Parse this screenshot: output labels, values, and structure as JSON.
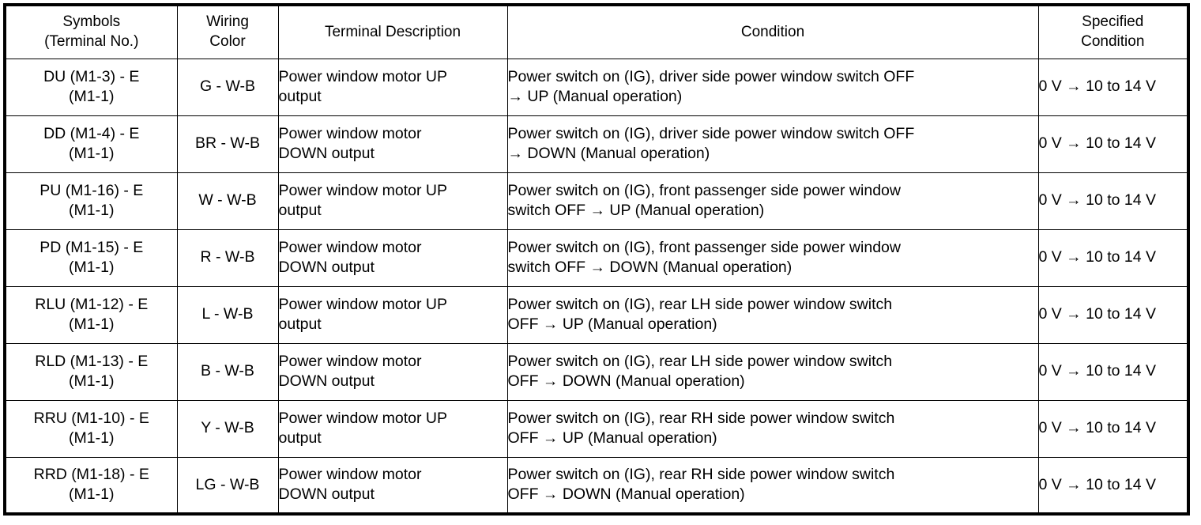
{
  "table": {
    "headers": [
      {
        "line1": "Symbols",
        "line2": "(Terminal No.)"
      },
      {
        "line1": "Wiring",
        "line2": "Color"
      },
      {
        "line1": "Terminal Description",
        "line2": ""
      },
      {
        "line1": "Condition",
        "line2": ""
      },
      {
        "line1": "Specified",
        "line2": "Condition"
      }
    ],
    "rows": [
      {
        "symbol_line1": "DU (M1-3) - E",
        "symbol_line2": "(M1-1)",
        "wiring_color": "G - W-B",
        "description_line1": "Power window motor UP",
        "description_line2": "output",
        "condition_line1": "Power switch on (IG), driver side power window switch OFF",
        "condition_line2": "→ UP (Manual operation)",
        "specified_condition": "0 V → 10 to 14 V"
      },
      {
        "symbol_line1": "DD (M1-4) - E",
        "symbol_line2": "(M1-1)",
        "wiring_color": "BR - W-B",
        "description_line1": "Power window motor",
        "description_line2": "DOWN output",
        "condition_line1": "Power switch on (IG), driver side power window switch OFF",
        "condition_line2": "→ DOWN (Manual operation)",
        "specified_condition": "0 V → 10 to 14 V"
      },
      {
        "symbol_line1": "PU (M1-16) - E",
        "symbol_line2": "(M1-1)",
        "wiring_color": "W - W-B",
        "description_line1": "Power window motor UP",
        "description_line2": "output",
        "condition_line1": "Power switch on (IG), front passenger side power window",
        "condition_line2": "switch OFF → UP (Manual operation)",
        "specified_condition": "0 V → 10 to 14 V"
      },
      {
        "symbol_line1": "PD (M1-15) - E",
        "symbol_line2": "(M1-1)",
        "wiring_color": "R - W-B",
        "description_line1": "Power window motor",
        "description_line2": "DOWN output",
        "condition_line1": "Power switch on (IG), front passenger side power window",
        "condition_line2": "switch OFF → DOWN (Manual operation)",
        "specified_condition": "0 V → 10 to 14 V"
      },
      {
        "symbol_line1": "RLU (M1-12) - E",
        "symbol_line2": "(M1-1)",
        "wiring_color": "L - W-B",
        "description_line1": "Power window motor UP",
        "description_line2": "output",
        "condition_line1": "Power switch on (IG), rear LH side power window switch",
        "condition_line2": "OFF → UP (Manual operation)",
        "specified_condition": "0 V → 10 to 14 V"
      },
      {
        "symbol_line1": "RLD (M1-13) - E",
        "symbol_line2": "(M1-1)",
        "wiring_color": "B - W-B",
        "description_line1": "Power window motor",
        "description_line2": "DOWN output",
        "condition_line1": "Power switch on (IG), rear LH side power window switch",
        "condition_line2": "OFF → DOWN (Manual operation)",
        "specified_condition": "0 V → 10 to 14 V"
      },
      {
        "symbol_line1": "RRU (M1-10) - E",
        "symbol_line2": "(M1-1)",
        "wiring_color": "Y - W-B",
        "description_line1": "Power window motor UP",
        "description_line2": "output",
        "condition_line1": "Power switch on (IG), rear RH side power window switch",
        "condition_line2": "OFF → UP (Manual operation)",
        "specified_condition": "0 V → 10 to 14 V"
      },
      {
        "symbol_line1": "RRD (M1-18) - E",
        "symbol_line2": "(M1-1)",
        "wiring_color": "LG - W-B",
        "description_line1": "Power window motor",
        "description_line2": "DOWN output",
        "condition_line1": "Power switch on (IG), rear RH side power window switch",
        "condition_line2": "OFF → DOWN (Manual operation)",
        "specified_condition": "0 V → 10 to 14 V"
      }
    ]
  }
}
